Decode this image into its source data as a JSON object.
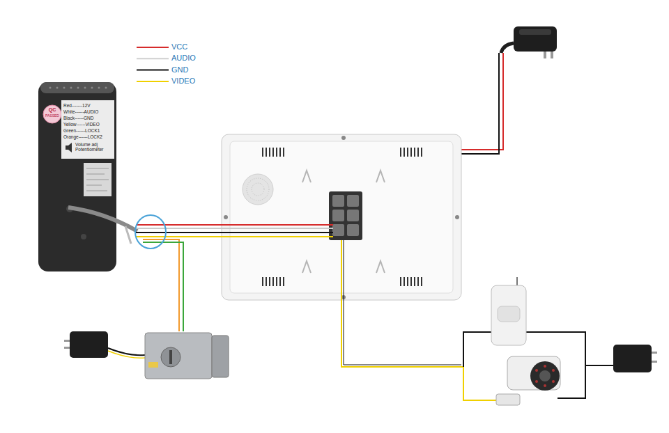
{
  "diagram": {
    "labels": [
      "QC",
      "PASSED",
      "Red-------12V",
      "White------AUDIO",
      "Black------GND",
      "Yellow------VIDEO",
      "Green------LOCK1",
      "Orange------LOCK2",
      "Volume adj Potentiometer"
    ],
    "legend": [
      {
        "text": "VCC"
      },
      {
        "text": "AUDIO"
      },
      {
        "text": "GND"
      },
      {
        "text": "VIDEO"
      }
    ]
  }
}
